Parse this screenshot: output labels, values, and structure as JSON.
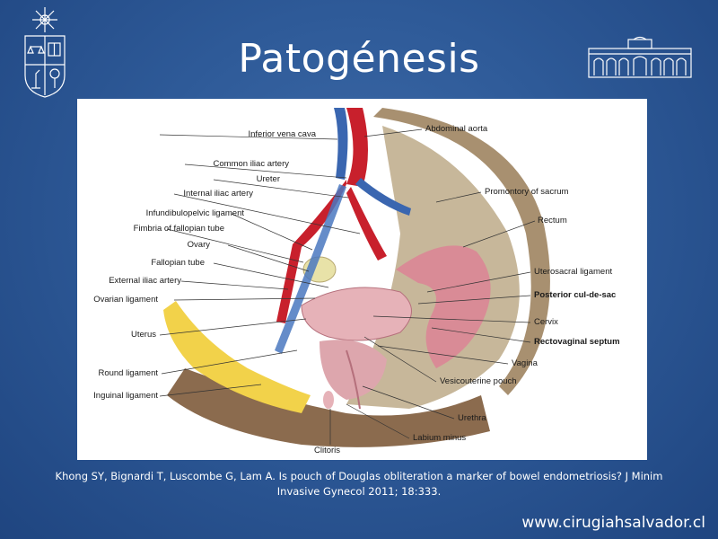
{
  "slide": {
    "title": "Patogénesis",
    "citation": "Khong SY, Bignardi T, Luscombe G, Lam A. Is pouch of Douglas obliteration a marker of bowel endometriosis? J Minim Invasive Gynecol 2011; 18:333.",
    "footer_url": "www.cirugiahsalvador.cl"
  },
  "figure": {
    "labels_left": [
      "Inferior vena cava",
      "Common iliac artery",
      "Ureter",
      "Internal iliac artery",
      "Infundibulopelvic ligament",
      "Fimbria of fallopian tube",
      "Ovary",
      "Fallopian tube",
      "External iliac artery",
      "Ovarian ligament",
      "Uterus",
      "Round ligament",
      "Inguinal ligament"
    ],
    "labels_right": [
      "Abdominal aorta",
      "Promontory of sacrum",
      "Rectum",
      "Uterosacral ligament",
      "Posterior cul-de-sac",
      "Cervix",
      "Rectovaginal septum",
      "Vagina",
      "Vesicouterine pouch",
      "Urethra",
      "Labium minus"
    ],
    "label_bottom": "Clitoris"
  },
  "colors": {
    "background": "#2e5a98",
    "artery": "#c8202c",
    "vein": "#3a66b0",
    "tissue": "#d99aa2",
    "fat": "#f2d24a"
  },
  "icons": {
    "left_logo": "university-crest-icon",
    "right_logo": "building-facade-icon"
  }
}
